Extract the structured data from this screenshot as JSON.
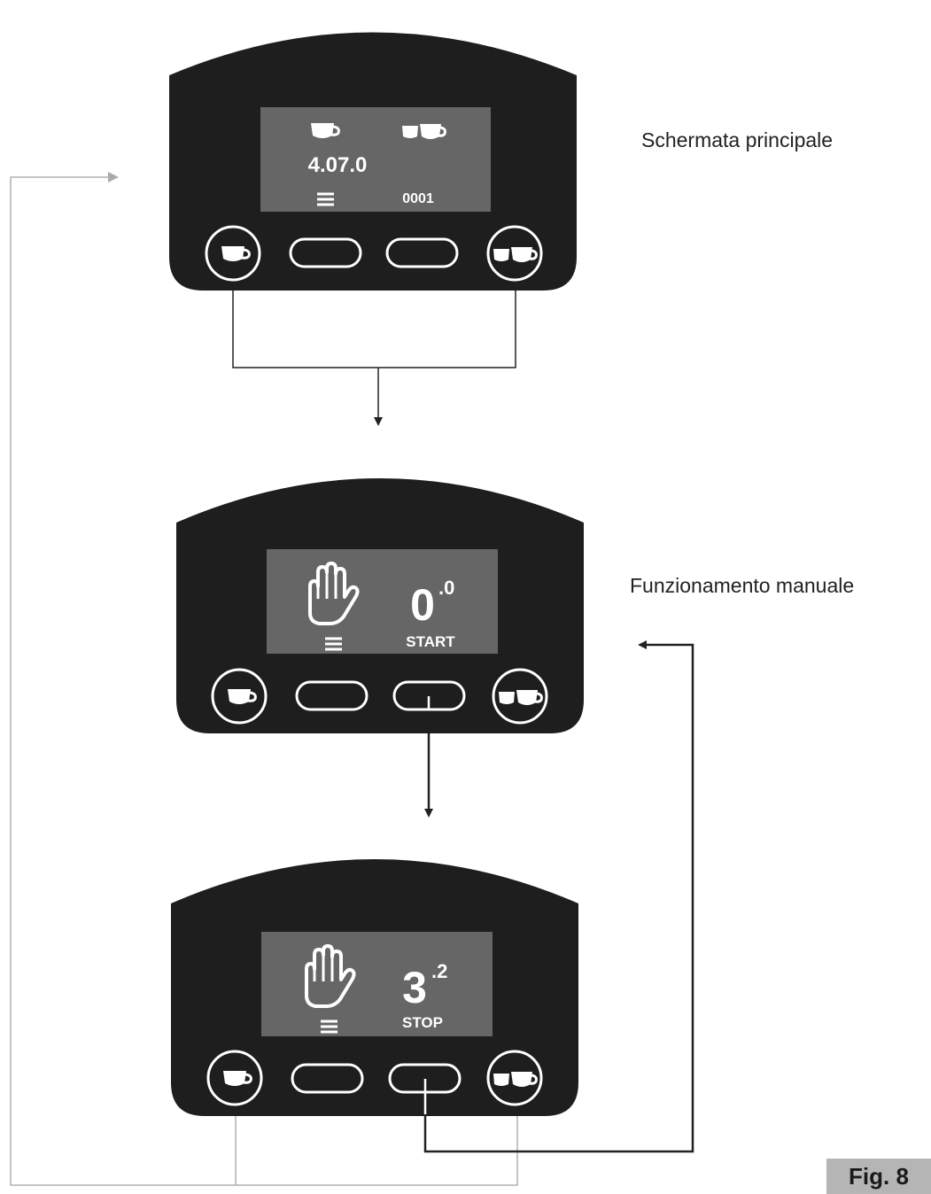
{
  "figure_label": "Fig. 8",
  "screens": {
    "main": {
      "caption": "Schermata principale",
      "version": "4.07.0",
      "counter": "0001",
      "menu_icon": "menu-icon",
      "single_cup_icon": "single-cup-icon",
      "double_cup_icon": "double-cup-icon"
    },
    "manual": {
      "caption": "Funzionamento manuale",
      "value_int": "0",
      "value_dec": ".0",
      "action": "START",
      "icon": "hand-icon"
    },
    "running": {
      "value_int": "3",
      "value_dec": ".2",
      "action": "STOP",
      "icon": "hand-icon"
    }
  },
  "colors": {
    "panel": "#1e1e1e",
    "screen": "#666666",
    "text": "#ffffff",
    "figure_label_bg": "#b5b5b5"
  }
}
